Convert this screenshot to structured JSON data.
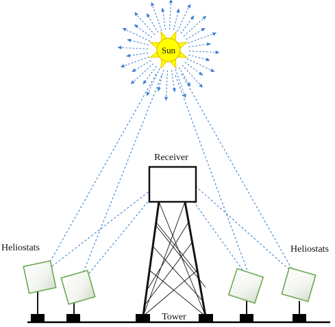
{
  "labels": {
    "sun": "Sun",
    "receiver": "Receiver",
    "tower": "Tower",
    "heliostats_left": "Heliostats",
    "heliostats_right": "Heliostats"
  },
  "colors": {
    "sun_fill": "#ffff00",
    "sun_stroke": "#e8c400",
    "ray": "#3a7fd0",
    "mirror_stroke": "#6aa84f",
    "structure": "#111111",
    "ground": "#000000"
  }
}
